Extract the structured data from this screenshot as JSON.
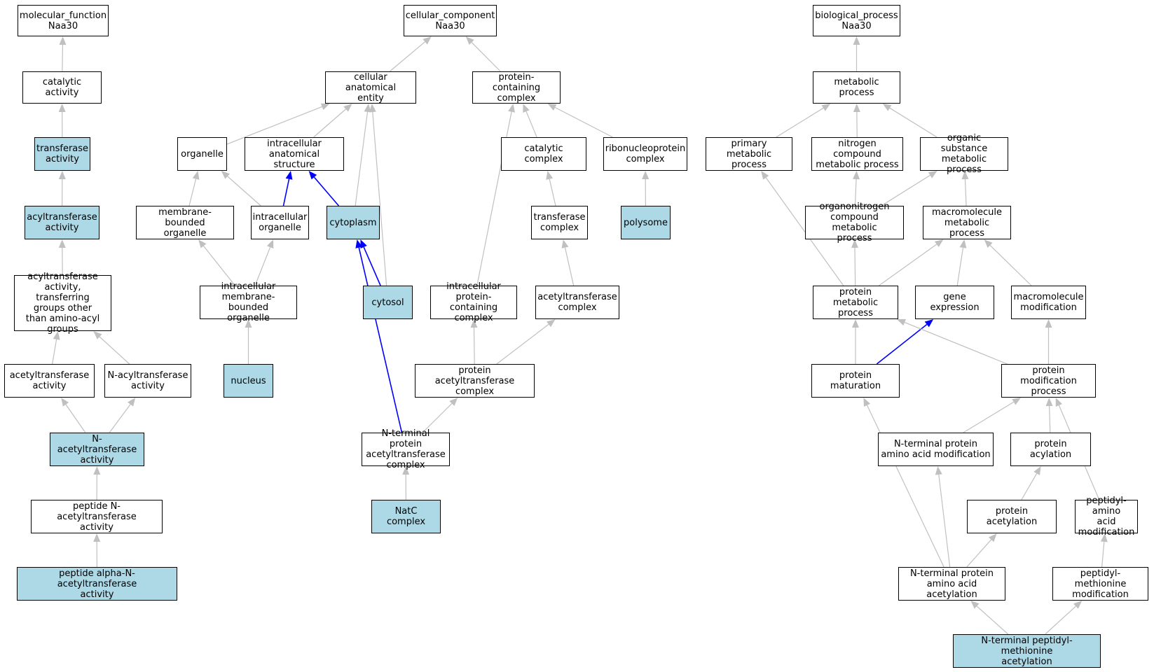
{
  "colors": {
    "highlight_fill": "#add8e6",
    "edge_default": "#c0c0c0",
    "edge_highlight": "#0000ff",
    "node_border": "#000000",
    "node_fill": "#ffffff"
  },
  "nodes": [
    {
      "id": "mf_root",
      "label": "molecular_function\nNaa30",
      "highlight": false
    },
    {
      "id": "cat_act",
      "label": "catalytic activity",
      "highlight": false
    },
    {
      "id": "transf_act",
      "label": "transferase\nactivity",
      "highlight": true
    },
    {
      "id": "acyltransf_act",
      "label": "acyltransferase\nactivity",
      "highlight": true
    },
    {
      "id": "acyl_other",
      "label": "acyltransferase\nactivity, transferring\ngroups other\nthan amino-acyl\ngroups",
      "highlight": false
    },
    {
      "id": "acetyltransf_act",
      "label": "acetyltransferase\nactivity",
      "highlight": false
    },
    {
      "id": "n_acyltransf_act",
      "label": "N-acyltransferase\nactivity",
      "highlight": false
    },
    {
      "id": "n_acetyltransf_act",
      "label": "N-acetyltransferase\nactivity",
      "highlight": true
    },
    {
      "id": "pep_n_acetyl_act",
      "label": "peptide N-acetyltransferase\nactivity",
      "highlight": false
    },
    {
      "id": "pep_alpha_act",
      "label": "peptide alpha-N-acetyltransferase\nactivity",
      "highlight": true
    },
    {
      "id": "cc_root",
      "label": "cellular_component\nNaa30",
      "highlight": false
    },
    {
      "id": "cell_anat",
      "label": "cellular anatomical\nentity",
      "highlight": false
    },
    {
      "id": "prot_complex",
      "label": "protein-containing\ncomplex",
      "highlight": false
    },
    {
      "id": "organelle",
      "label": "organelle",
      "highlight": false
    },
    {
      "id": "ic_anat",
      "label": "intracellular\nanatomical structure",
      "highlight": false
    },
    {
      "id": "cat_complex",
      "label": "catalytic complex",
      "highlight": false
    },
    {
      "id": "rnp_complex",
      "label": "ribonucleoprotein\ncomplex",
      "highlight": false
    },
    {
      "id": "mem_organelle",
      "label": "membrane-bounded\norganelle",
      "highlight": false
    },
    {
      "id": "ic_organelle",
      "label": "intracellular\norganelle",
      "highlight": false
    },
    {
      "id": "cytoplasm",
      "label": "cytoplasm",
      "highlight": true
    },
    {
      "id": "transf_complex",
      "label": "transferase\ncomplex",
      "highlight": false
    },
    {
      "id": "polysome",
      "label": "polysome",
      "highlight": true
    },
    {
      "id": "ic_mem_organelle",
      "label": "intracellular\nmembrane-bounded\norganelle",
      "highlight": false
    },
    {
      "id": "cytosol",
      "label": "cytosol",
      "highlight": true
    },
    {
      "id": "ic_prot_complex",
      "label": "intracellular\nprotein-containing\ncomplex",
      "highlight": false
    },
    {
      "id": "acetyltransf_complex",
      "label": "acetyltransferase\ncomplex",
      "highlight": false
    },
    {
      "id": "nucleus",
      "label": "nucleus",
      "highlight": true
    },
    {
      "id": "prot_acetyl_complex",
      "label": "protein acetyltransferase\ncomplex",
      "highlight": false
    },
    {
      "id": "nt_prot_acetyl_complex",
      "label": "N-terminal protein\nacetyltransferase\ncomplex",
      "highlight": false
    },
    {
      "id": "natc",
      "label": "NatC complex",
      "highlight": true
    },
    {
      "id": "bp_root",
      "label": "biological_process\nNaa30",
      "highlight": false
    },
    {
      "id": "metab",
      "label": "metabolic process",
      "highlight": false
    },
    {
      "id": "prim_metab",
      "label": "primary metabolic\nprocess",
      "highlight": false
    },
    {
      "id": "nitro_metab",
      "label": "nitrogen compound\nmetabolic process",
      "highlight": false
    },
    {
      "id": "org_sub_metab",
      "label": "organic substance\nmetabolic process",
      "highlight": false
    },
    {
      "id": "organonitro",
      "label": "organonitrogen\ncompound metabolic\nprocess",
      "highlight": false
    },
    {
      "id": "macro_metab",
      "label": "macromolecule\nmetabolic process",
      "highlight": false
    },
    {
      "id": "prot_metab",
      "label": "protein metabolic\nprocess",
      "highlight": false
    },
    {
      "id": "gene_expr",
      "label": "gene expression",
      "highlight": false
    },
    {
      "id": "macro_mod",
      "label": "macromolecule\nmodification",
      "highlight": false
    },
    {
      "id": "prot_matur",
      "label": "protein maturation",
      "highlight": false
    },
    {
      "id": "prot_mod",
      "label": "protein modification\nprocess",
      "highlight": false
    },
    {
      "id": "nt_aa_mod",
      "label": "N-terminal protein\namino acid modification",
      "highlight": false
    },
    {
      "id": "prot_acylation",
      "label": "protein acylation",
      "highlight": false
    },
    {
      "id": "prot_acetylation",
      "label": "protein acetylation",
      "highlight": false
    },
    {
      "id": "peptidyl_aa_mod",
      "label": "peptidyl-amino\nacid modification",
      "highlight": false
    },
    {
      "id": "nt_aa_acetyl",
      "label": "N-terminal protein\namino acid acetylation",
      "highlight": false
    },
    {
      "id": "peptidyl_met_mod",
      "label": "peptidyl-methionine\nmodification",
      "highlight": false
    },
    {
      "id": "nt_peptidyl_met",
      "label": "N-terminal peptidyl-methionine\nacetylation",
      "highlight": true
    }
  ],
  "edges": [
    {
      "from": "cat_act",
      "to": "mf_root",
      "highlight": false
    },
    {
      "from": "transf_act",
      "to": "cat_act",
      "highlight": false
    },
    {
      "from": "acyltransf_act",
      "to": "transf_act",
      "highlight": false
    },
    {
      "from": "acyl_other",
      "to": "acyltransf_act",
      "highlight": false
    },
    {
      "from": "acetyltransf_act",
      "to": "acyl_other",
      "highlight": false
    },
    {
      "from": "n_acyltransf_act",
      "to": "acyl_other",
      "highlight": false
    },
    {
      "from": "n_acetyltransf_act",
      "to": "acetyltransf_act",
      "highlight": false
    },
    {
      "from": "n_acetyltransf_act",
      "to": "n_acyltransf_act",
      "highlight": false
    },
    {
      "from": "pep_n_acetyl_act",
      "to": "n_acetyltransf_act",
      "highlight": false
    },
    {
      "from": "pep_alpha_act",
      "to": "pep_n_acetyl_act",
      "highlight": false
    },
    {
      "from": "cell_anat",
      "to": "cc_root",
      "highlight": false
    },
    {
      "from": "prot_complex",
      "to": "cc_root",
      "highlight": false
    },
    {
      "from": "organelle",
      "to": "cell_anat",
      "highlight": false
    },
    {
      "from": "ic_anat",
      "to": "cell_anat",
      "highlight": false
    },
    {
      "from": "cytoplasm",
      "to": "cell_anat",
      "highlight": false
    },
    {
      "from": "cytosol",
      "to": "cell_anat",
      "highlight": false
    },
    {
      "from": "cat_complex",
      "to": "prot_complex",
      "highlight": false
    },
    {
      "from": "rnp_complex",
      "to": "prot_complex",
      "highlight": false
    },
    {
      "from": "ic_prot_complex",
      "to": "prot_complex",
      "highlight": false
    },
    {
      "from": "mem_organelle",
      "to": "organelle",
      "highlight": false
    },
    {
      "from": "ic_organelle",
      "to": "organelle",
      "highlight": false
    },
    {
      "from": "ic_organelle",
      "to": "ic_anat",
      "highlight": true
    },
    {
      "from": "cytoplasm",
      "to": "ic_anat",
      "highlight": true
    },
    {
      "from": "transf_complex",
      "to": "cat_complex",
      "highlight": false
    },
    {
      "from": "polysome",
      "to": "rnp_complex",
      "highlight": false
    },
    {
      "from": "ic_mem_organelle",
      "to": "mem_organelle",
      "highlight": false
    },
    {
      "from": "ic_mem_organelle",
      "to": "ic_organelle",
      "highlight": false
    },
    {
      "from": "cytosol",
      "to": "cytoplasm",
      "highlight": true
    },
    {
      "from": "nt_prot_acetyl_complex",
      "to": "cytoplasm",
      "highlight": true
    },
    {
      "from": "acetyltransf_complex",
      "to": "transf_complex",
      "highlight": false
    },
    {
      "from": "nucleus",
      "to": "ic_mem_organelle",
      "highlight": false
    },
    {
      "from": "prot_acetyl_complex",
      "to": "ic_prot_complex",
      "highlight": false
    },
    {
      "from": "prot_acetyl_complex",
      "to": "acetyltransf_complex",
      "highlight": false
    },
    {
      "from": "nt_prot_acetyl_complex",
      "to": "prot_acetyl_complex",
      "highlight": false
    },
    {
      "from": "natc",
      "to": "nt_prot_acetyl_complex",
      "highlight": false
    },
    {
      "from": "metab",
      "to": "bp_root",
      "highlight": false
    },
    {
      "from": "prim_metab",
      "to": "metab",
      "highlight": false
    },
    {
      "from": "nitro_metab",
      "to": "metab",
      "highlight": false
    },
    {
      "from": "org_sub_metab",
      "to": "metab",
      "highlight": false
    },
    {
      "from": "organonitro",
      "to": "nitro_metab",
      "highlight": false
    },
    {
      "from": "organonitro",
      "to": "org_sub_metab",
      "highlight": false
    },
    {
      "from": "macro_metab",
      "to": "org_sub_metab",
      "highlight": false
    },
    {
      "from": "prot_metab",
      "to": "prim_metab",
      "highlight": false
    },
    {
      "from": "prot_metab",
      "to": "organonitro",
      "highlight": false
    },
    {
      "from": "prot_metab",
      "to": "macro_metab",
      "highlight": false
    },
    {
      "from": "gene_expr",
      "to": "macro_metab",
      "highlight": false
    },
    {
      "from": "macro_mod",
      "to": "macro_metab",
      "highlight": false
    },
    {
      "from": "prot_matur",
      "to": "prot_metab",
      "highlight": false
    },
    {
      "from": "prot_matur",
      "to": "gene_expr",
      "highlight": true
    },
    {
      "from": "prot_mod",
      "to": "prot_metab",
      "highlight": false
    },
    {
      "from": "prot_mod",
      "to": "macro_mod",
      "highlight": false
    },
    {
      "from": "nt_aa_mod",
      "to": "prot_mod",
      "highlight": false
    },
    {
      "from": "prot_acylation",
      "to": "prot_mod",
      "highlight": false
    },
    {
      "from": "peptidyl_aa_mod",
      "to": "prot_mod",
      "highlight": false
    },
    {
      "from": "prot_acetylation",
      "to": "prot_acylation",
      "highlight": false
    },
    {
      "from": "nt_aa_acetyl",
      "to": "prot_matur",
      "highlight": false
    },
    {
      "from": "nt_aa_acetyl",
      "to": "nt_aa_mod",
      "highlight": false
    },
    {
      "from": "nt_aa_acetyl",
      "to": "prot_acetylation",
      "highlight": false
    },
    {
      "from": "peptidyl_met_mod",
      "to": "peptidyl_aa_mod",
      "highlight": false
    },
    {
      "from": "nt_peptidyl_met",
      "to": "nt_aa_acetyl",
      "highlight": false
    },
    {
      "from": "nt_peptidyl_met",
      "to": "peptidyl_met_mod",
      "highlight": false
    }
  ]
}
